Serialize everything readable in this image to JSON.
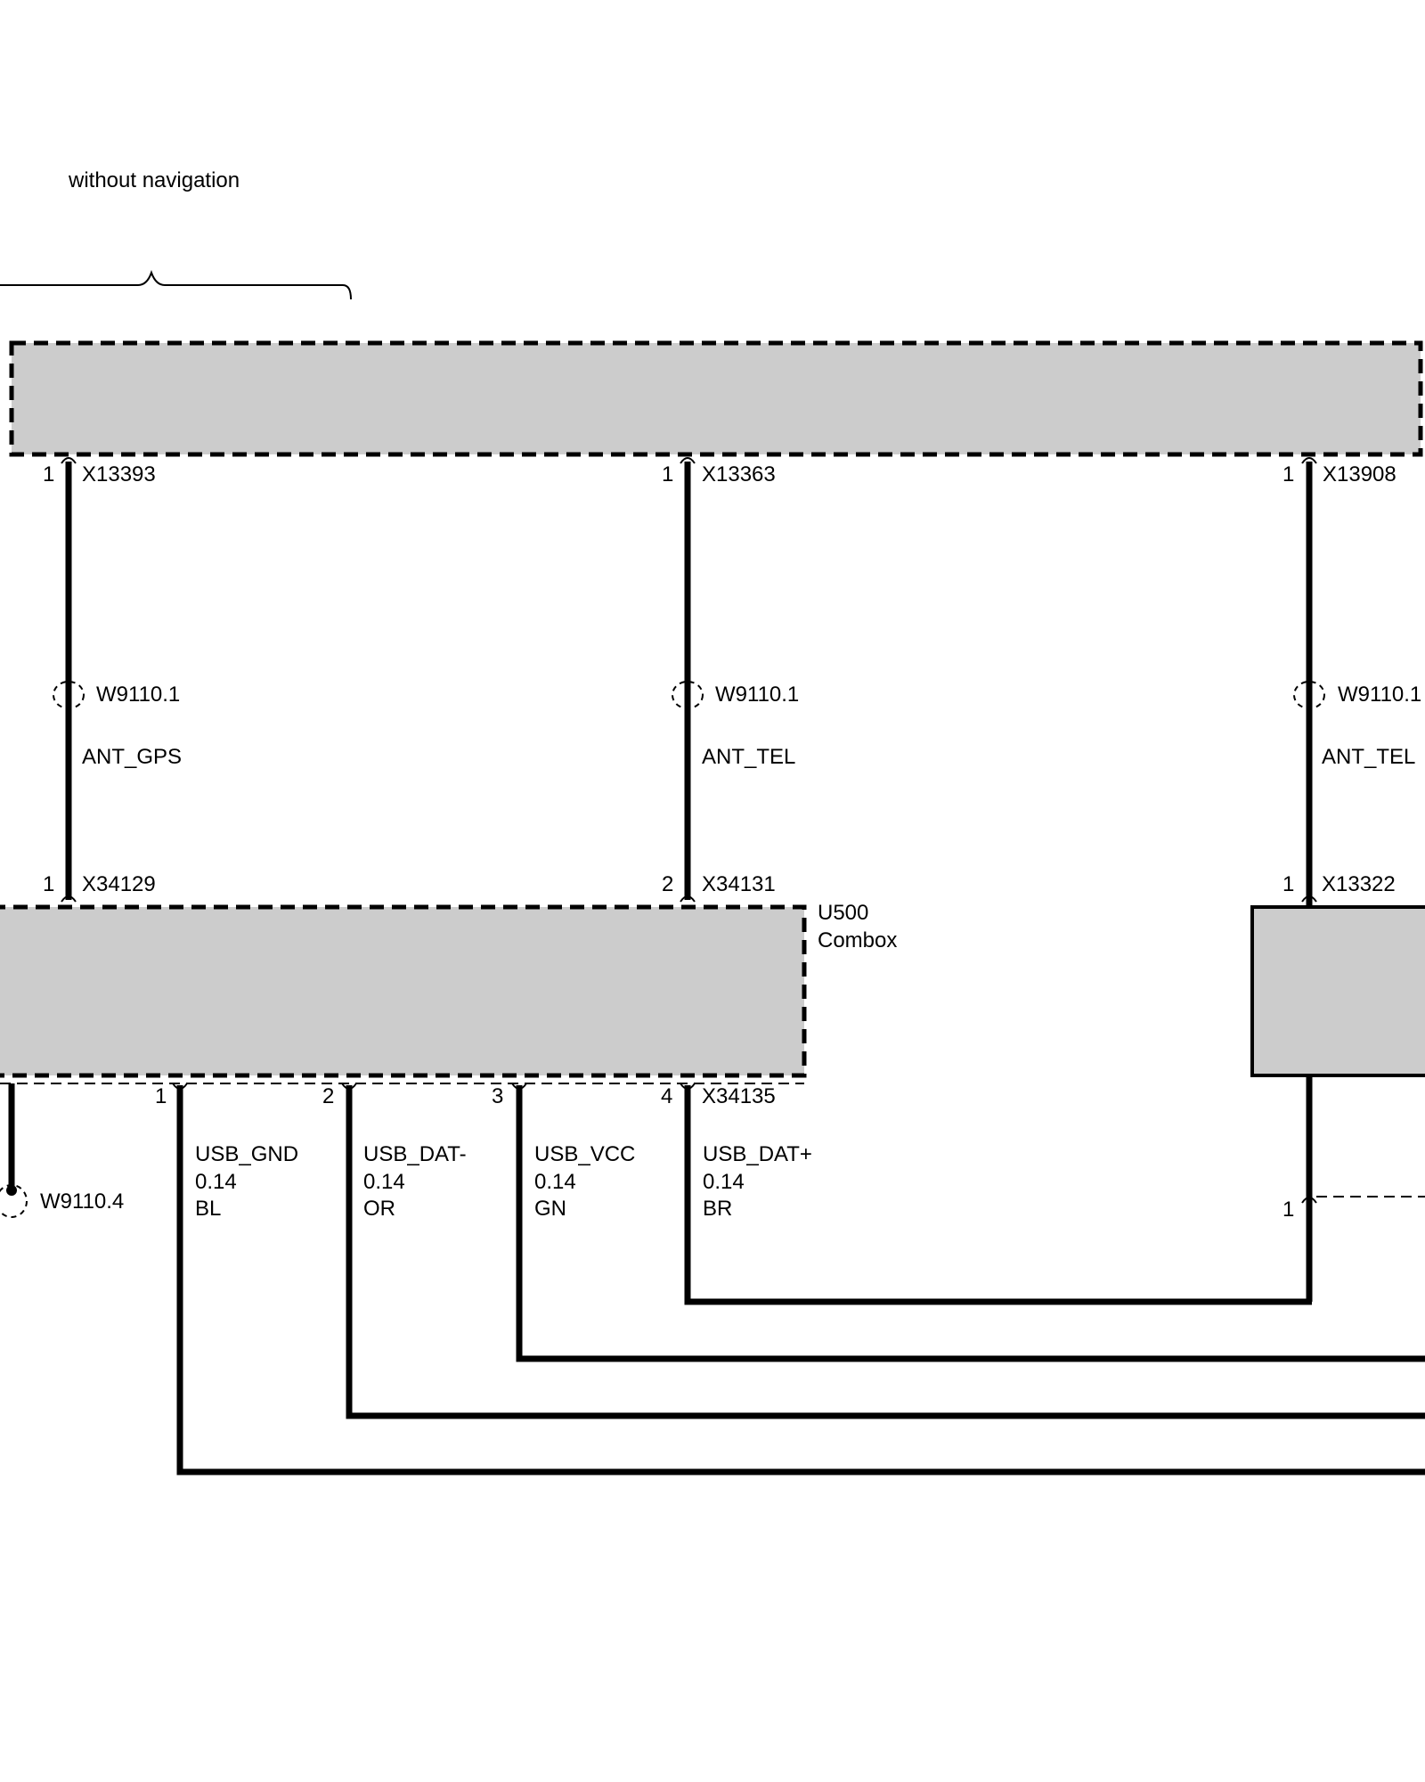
{
  "variant_note": "without navigation",
  "colors": {
    "component_fill": "#cccccc",
    "wire": "#000000"
  },
  "top_component": {
    "connectors": [
      {
        "pin": "1",
        "id": "X13393"
      },
      {
        "pin": "1",
        "id": "X13363"
      },
      {
        "pin": "1",
        "id": "X13908"
      }
    ]
  },
  "antenna_wires": [
    {
      "shield": "W9110.1",
      "signal": "ANT_GPS"
    },
    {
      "shield": "W9110.1",
      "signal": "ANT_TEL"
    },
    {
      "shield": "W9110.1",
      "signal": "ANT_TEL"
    }
  ],
  "combox": {
    "id": "U500",
    "name": "Combox",
    "input_connectors": [
      {
        "pin": "1",
        "id": "X34129"
      },
      {
        "pin": "2",
        "id": "X34131"
      }
    ],
    "output_connector": "X34135",
    "output_pins": [
      "1",
      "2",
      "3",
      "4"
    ]
  },
  "right_component": {
    "connector": {
      "pin": "1",
      "id": "X13322"
    },
    "bottom_pin": "1"
  },
  "ground_shield": "W9110.4",
  "usb_wires": [
    {
      "signal": "USB_GND",
      "size": "0.14",
      "color": "BL"
    },
    {
      "signal": "USB_DAT-",
      "size": "0.14",
      "color": "OR"
    },
    {
      "signal": "USB_VCC",
      "size": "0.14",
      "color": "GN"
    },
    {
      "signal": "USB_DAT+",
      "size": "0.14",
      "color": "BR"
    }
  ]
}
